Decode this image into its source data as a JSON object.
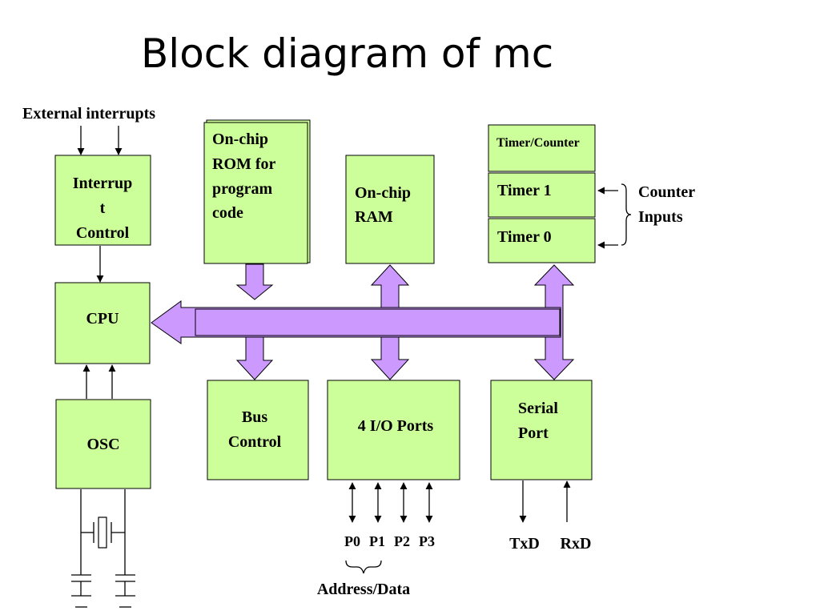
{
  "title": "Block diagram of mc",
  "labels": {
    "external_interrupts": "External interrupts",
    "interrupt_control": [
      "Interrup",
      "t",
      "Control"
    ],
    "cpu": "CPU",
    "osc": "OSC",
    "rom": [
      "On-chip",
      "ROM for",
      "program",
      "code"
    ],
    "ram": [
      "On-chip",
      "RAM"
    ],
    "timer_counter": "Timer/Counter",
    "timer1": "Timer 1",
    "timer0": "Timer 0",
    "counter_inputs": [
      "Counter",
      "Inputs"
    ],
    "bus_control": [
      "Bus",
      "Control"
    ],
    "io_ports": "4 I/O Ports",
    "serial_port": [
      "Serial",
      "Port"
    ],
    "ports": [
      "P0",
      "P1",
      "P2",
      "P3"
    ],
    "address_data": "Address/Data",
    "txd": "TxD",
    "rxd": "RxD"
  },
  "colors": {
    "block_fill": "#ccff99",
    "bus_fill": "#cc99ff",
    "line": "#000000"
  }
}
